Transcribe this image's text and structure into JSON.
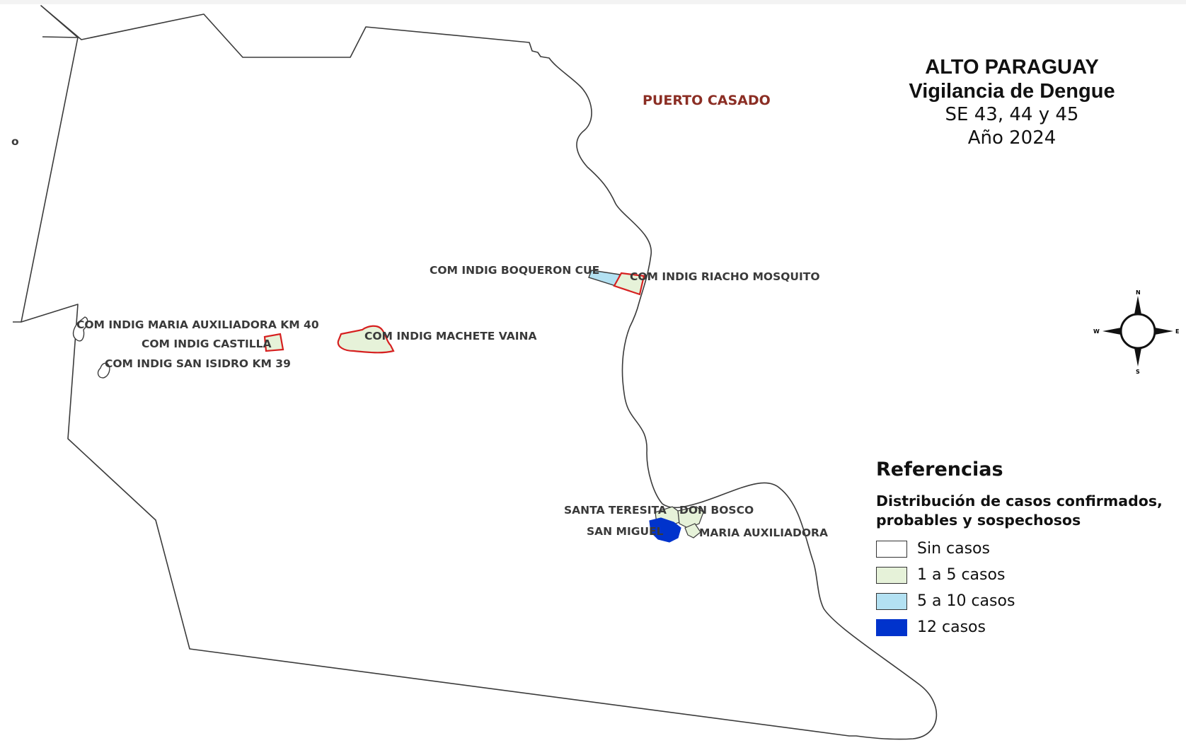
{
  "title": {
    "line1": "ALTO PARAGUAY",
    "line2": "Vigilancia de Dengue",
    "line3": "SE 43, 44 y 45",
    "line4": "Año 2024"
  },
  "city_label": "PUERTO CASADO",
  "edge_label": "o",
  "compass": {
    "n": "N",
    "s": "S",
    "e": "E",
    "w": "W"
  },
  "labels": {
    "boqueron": "COM INDIG BOQUERON CUE",
    "riacho": "COM INDIG RIACHO MOSQUITO",
    "maria_km40": "COM INDIG MARIA AUXILIADORA KM 40",
    "castilla": "COM INDIG CASTILLA",
    "machete": "COM INDIG MACHETE VAINA",
    "san_isidro": "COM INDIG SAN ISIDRO KM 39",
    "santa_teresita": "SANTA TERESITA",
    "don_bosco": "DON BOSCO",
    "san_miguel": "SAN MIGUEL",
    "maria_aux": "MARIA AUXILIADORA"
  },
  "legend": {
    "title": "Referencias",
    "subtitle_line1": "Distribución de casos confirmados,",
    "subtitle_line2": "probables y sospechosos",
    "items": [
      {
        "label": "Sin casos",
        "color": "#ffffff"
      },
      {
        "label": "1 a 5 casos",
        "color": "#e6f2d9"
      },
      {
        "label": "5 a 10 casos",
        "color": "#b3e1f2"
      },
      {
        "label": "12 casos",
        "color": "#0033cc"
      }
    ]
  },
  "colors": {
    "boundary": "#3b3b3b",
    "highlight_outline": "#d62020",
    "light_green": "#e6f2d9",
    "light_blue": "#b3e1f2",
    "dark_blue": "#0033cc"
  }
}
